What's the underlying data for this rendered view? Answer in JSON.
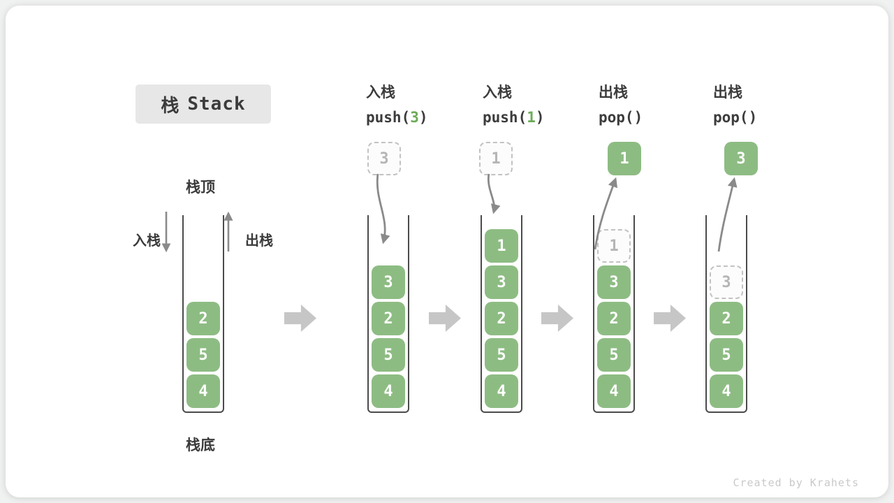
{
  "title": {
    "zh": "栈",
    "en": "Stack"
  },
  "labels": {
    "stack_top": "栈顶",
    "stack_bottom": "栈底",
    "push_side": "入栈",
    "pop_side": "出栈"
  },
  "operations": [
    {
      "name": "入栈",
      "code": [
        "push(",
        "3",
        ")"
      ]
    },
    {
      "name": "入栈",
      "code": [
        "push(",
        "1",
        ")"
      ]
    },
    {
      "name": "出栈",
      "code": [
        "pop(",
        "",
        ")"
      ]
    },
    {
      "name": "出栈",
      "code": [
        "pop(",
        "",
        ")"
      ]
    }
  ],
  "stacks": [
    {
      "float": null,
      "cells": [
        {
          "v": "2",
          "t": "solid"
        },
        {
          "v": "5",
          "t": "solid"
        },
        {
          "v": "4",
          "t": "solid"
        }
      ]
    },
    {
      "float": {
        "v": "3",
        "t": "ghost"
      },
      "cells": [
        {
          "v": "3",
          "t": "solid"
        },
        {
          "v": "2",
          "t": "solid"
        },
        {
          "v": "5",
          "t": "solid"
        },
        {
          "v": "4",
          "t": "solid"
        }
      ]
    },
    {
      "float": {
        "v": "1",
        "t": "ghost"
      },
      "cells": [
        {
          "v": "1",
          "t": "solid"
        },
        {
          "v": "3",
          "t": "solid"
        },
        {
          "v": "2",
          "t": "solid"
        },
        {
          "v": "5",
          "t": "solid"
        },
        {
          "v": "4",
          "t": "solid"
        }
      ]
    },
    {
      "float": {
        "v": "1",
        "t": "solid"
      },
      "cells": [
        {
          "v": "1",
          "t": "ghost"
        },
        {
          "v": "3",
          "t": "solid"
        },
        {
          "v": "2",
          "t": "solid"
        },
        {
          "v": "5",
          "t": "solid"
        },
        {
          "v": "4",
          "t": "solid"
        }
      ]
    },
    {
      "float": {
        "v": "3",
        "t": "solid"
      },
      "cells": [
        {
          "v": "3",
          "t": "ghost"
        },
        {
          "v": "2",
          "t": "solid"
        },
        {
          "v": "5",
          "t": "solid"
        },
        {
          "v": "4",
          "t": "solid"
        }
      ]
    }
  ],
  "colors": {
    "cell_green": "#8dbc83",
    "code_arg_green": "#6cab58",
    "arrow_gray": "#8a8a8a",
    "block_arrow_gray": "#c6c6c6",
    "dashed_gray": "#c2c2c2",
    "text_dark": "#3b3b3b"
  },
  "watermark": "Created by Krahets"
}
